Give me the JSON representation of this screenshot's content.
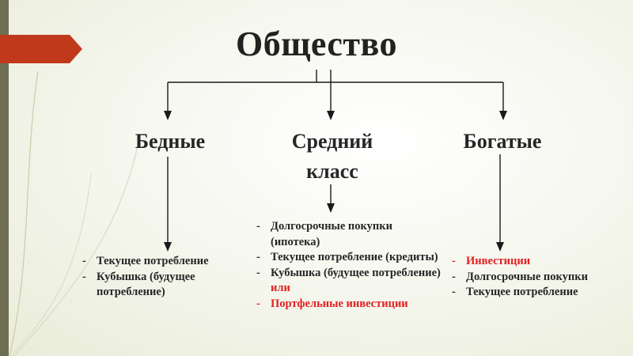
{
  "title": "Общество",
  "categories": {
    "poor": "Бедные",
    "middle": "Средний класс",
    "rich": "Богатые"
  },
  "lists": {
    "poor": [
      {
        "text": "Текущее потребление"
      },
      {
        "text": "Кубышка (будущее потребление)"
      }
    ],
    "middle": [
      {
        "text": "Долгосрочные покупки (ипотека)"
      },
      {
        "text": "Текущее потребление (кредиты)"
      },
      {
        "text": "Кубышка (будущее потребление)",
        "suffix": "или"
      },
      {
        "text": "Портфельные инвестиции",
        "highlight": true
      }
    ],
    "rich": [
      {
        "text": "Инвестиции",
        "highlight": true
      },
      {
        "text": "Долгосрочные покупки"
      },
      {
        "text": "Текущее потребление"
      }
    ]
  },
  "colors": {
    "accent": "#c0391b",
    "highlight": "#e02222",
    "sidebar": "#6e6e53",
    "text": "#262626"
  }
}
